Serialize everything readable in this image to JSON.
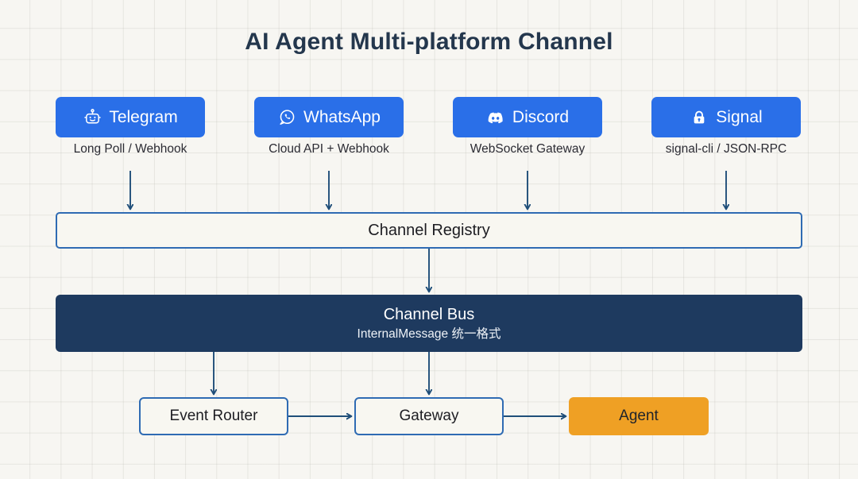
{
  "title": "AI Agent Multi-platform Channel",
  "colors": {
    "background": "#f7f6f2",
    "platform_blue": "#2a6fe8",
    "bus_navy": "#1e3a5f",
    "agent_orange": "#efa024",
    "border_blue": "#2f6bb3",
    "arrow_blue": "#1f4e79",
    "title_navy": "#24374d",
    "box_fill": "#f8f7f1"
  },
  "platforms": [
    {
      "name": "Telegram",
      "icon": "robot-icon",
      "caption": "Long Poll / Webhook"
    },
    {
      "name": "WhatsApp",
      "icon": "whatsapp-phone-icon",
      "caption": "Cloud API + Webhook"
    },
    {
      "name": "Discord",
      "icon": "discord-logo-icon",
      "caption": "WebSocket Gateway"
    },
    {
      "name": "Signal",
      "icon": "lock-icon",
      "caption": "signal-cli / JSON-RPC"
    }
  ],
  "registry": {
    "label": "Channel Registry"
  },
  "bus": {
    "label": "Channel Bus",
    "subtitle": "InternalMessage 统一格式"
  },
  "nodes": [
    {
      "label": "Event Router",
      "style": "plain"
    },
    {
      "label": "Gateway",
      "style": "plain"
    },
    {
      "label": "Agent",
      "style": "accent"
    }
  ]
}
